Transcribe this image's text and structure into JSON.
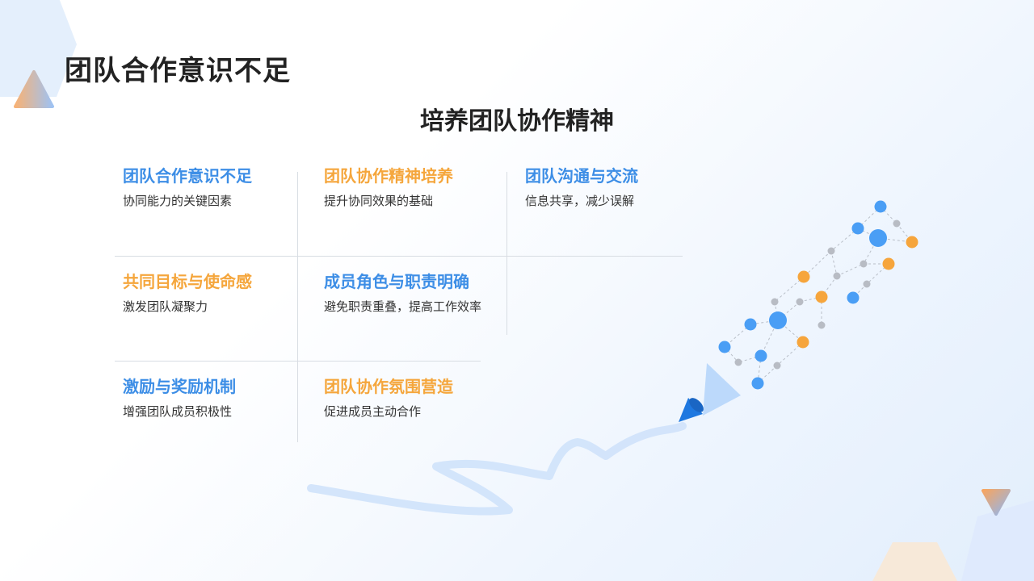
{
  "header": {
    "title": "团队合作意识不足",
    "subtitle": "培养团队协作精神"
  },
  "grid": [
    {
      "title": "团队合作意识不足",
      "desc": "协同能力的关键因素",
      "accent": "blue"
    },
    {
      "title": "团队协作精神培养",
      "desc": "提升协同效果的基础",
      "accent": "orange"
    },
    {
      "title": "团队沟通与交流",
      "desc": "信息共享，减少误解",
      "accent": "blue"
    },
    {
      "title": "共同目标与使命感",
      "desc": "激发团队凝聚力",
      "accent": "orange"
    },
    {
      "title": "成员角色与职责明确",
      "desc": "避免职责重叠，提高工作效率",
      "accent": "blue"
    },
    {
      "title": "激励与奖励机制",
      "desc": "增强团队成员积极性",
      "accent": "blue"
    },
    {
      "title": "团队协作氛围营造",
      "desc": "促进成员主动合作",
      "accent": "orange"
    }
  ],
  "colors": {
    "blue": "#3d8ee6",
    "orange": "#f5a63c",
    "text": "#222222"
  },
  "decorations": {
    "illustration": "network-pencil-icon",
    "corner_shapes": [
      "hexagon",
      "triangle"
    ]
  }
}
